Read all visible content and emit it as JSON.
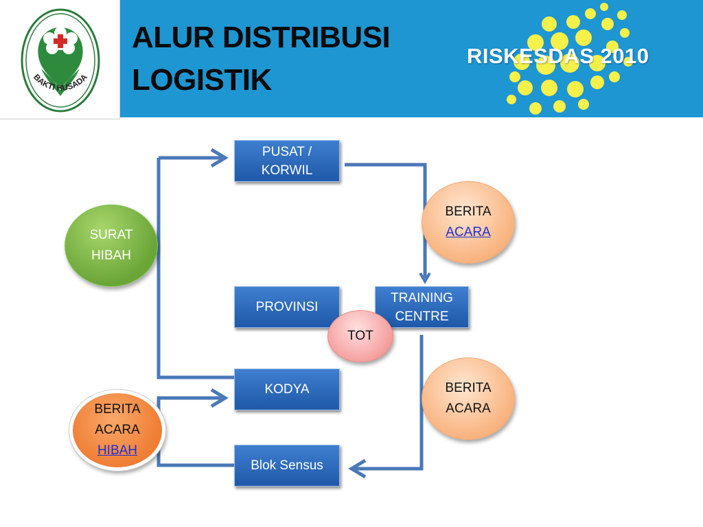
{
  "header": {
    "title_line1": "ALUR DISTRIBUSI",
    "title_line2": "LOGISTIK",
    "brand": "RISKESDAS 2010",
    "logo_text": "BAKTI HUSADA",
    "colors": {
      "header_bar": "#1e96d2",
      "box_fill": "#2f6cc0",
      "dots": "#f5f04a"
    }
  },
  "nodes": {
    "pusat": {
      "line1": "PUSAT /",
      "line2": "KORWIL"
    },
    "provinsi": {
      "label": "PROVINSI"
    },
    "kodya": {
      "label": "KODYA"
    },
    "blok_sensus": {
      "label": "Blok Sensus"
    },
    "training_centre": {
      "line1": "TRAINING",
      "line2": "CENTRE"
    },
    "surat_hibah": {
      "line1": "SURAT",
      "line2": "HIBAH"
    },
    "berita_acara_top": {
      "line1": "BERITA",
      "line2": "ACARA"
    },
    "tot": {
      "label": "TOT"
    },
    "berita_acara_mid": {
      "line1": "BERITA",
      "line2": "ACARA"
    },
    "berita_acara_hibah": {
      "line1": "BERITA",
      "line2": "ACARA",
      "line3": "HIBAH"
    }
  }
}
